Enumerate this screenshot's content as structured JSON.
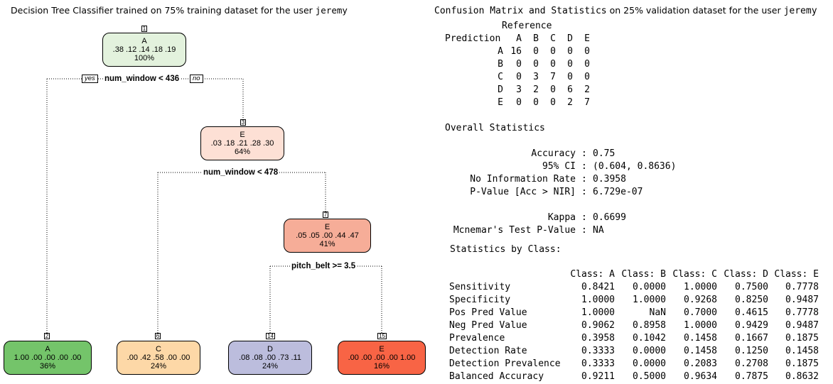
{
  "tree": {
    "title": {
      "prefix": "Decision Tree Classifier trained on 75% training dataset for the user",
      "user": "jeremy"
    },
    "nodes": [
      {
        "id": "1",
        "klass": "A",
        "probs": ".38 .12 .14 .18 .19",
        "pct": "100%",
        "color": "#e3f2dd"
      },
      {
        "id": "3",
        "klass": "E",
        "probs": ".03 .18 .21 .28 .30",
        "pct": "64%",
        "color": "#fde0d5"
      },
      {
        "id": "7",
        "klass": "E",
        "probs": ".05 .05 .00 .44 .47",
        "pct": "41%",
        "color": "#f6ad98"
      },
      {
        "id": "2",
        "klass": "A",
        "probs": "1.00 .00 .00 .00 .00",
        "pct": "36%",
        "color": "#74c46a"
      },
      {
        "id": "6",
        "klass": "C",
        "probs": ".00 .42 .58 .00 .00",
        "pct": "24%",
        "color": "#fdd8a7"
      },
      {
        "id": "14",
        "klass": "D",
        "probs": ".08 .08 .00 .73 .11",
        "pct": "24%",
        "color": "#bcbddd"
      },
      {
        "id": "15",
        "klass": "E",
        "probs": ".00 .00 .00 .00 1.00",
        "pct": "16%",
        "color": "#f86445"
      }
    ],
    "splits": [
      "num_window < 436",
      "num_window < 478",
      "pitch_belt >= 3.5"
    ],
    "yes": "yes",
    "no": "no"
  },
  "stats": {
    "title": {
      "prefix": "Confusion Matrix and Statistics",
      "middle": "on 25% validation dataset for the user",
      "user": "jeremy"
    },
    "reference_label": "Reference",
    "prediction_label": "Prediction",
    "classes": [
      "A",
      "B",
      "C",
      "D",
      "E"
    ],
    "matrix": [
      [
        16,
        0,
        0,
        0,
        0
      ],
      [
        0,
        0,
        0,
        0,
        0
      ],
      [
        0,
        3,
        7,
        0,
        0
      ],
      [
        3,
        2,
        0,
        6,
        2
      ],
      [
        0,
        0,
        0,
        2,
        7
      ]
    ],
    "overall_title": "Overall Statistics",
    "overall": [
      {
        "label": "Accuracy",
        "value": "0.75"
      },
      {
        "label": "95% CI",
        "value": "(0.604, 0.8636)"
      },
      {
        "label": "No Information Rate",
        "value": "0.3958"
      },
      {
        "label": "P-Value [Acc > NIR]",
        "value": "6.729e-07"
      },
      {
        "label": "Kappa",
        "value": "0.6699"
      },
      {
        "label": "Mcnemar's Test P-Value",
        "value": "NA"
      }
    ],
    "by_class_title": "Statistics by Class:",
    "by_class_headers": [
      "Class: A",
      "Class: B",
      "Class: C",
      "Class: D",
      "Class: E"
    ],
    "by_class": [
      {
        "label": "Sensitivity",
        "values": [
          "0.8421",
          "0.0000",
          "1.0000",
          "0.7500",
          "0.7778"
        ]
      },
      {
        "label": "Specificity",
        "values": [
          "1.0000",
          "1.0000",
          "0.9268",
          "0.8250",
          "0.9487"
        ]
      },
      {
        "label": "Pos Pred Value",
        "values": [
          "1.0000",
          "NaN",
          "0.7000",
          "0.4615",
          "0.7778"
        ]
      },
      {
        "label": "Neg Pred Value",
        "values": [
          "0.9062",
          "0.8958",
          "1.0000",
          "0.9429",
          "0.9487"
        ]
      },
      {
        "label": "Prevalence",
        "values": [
          "0.3958",
          "0.1042",
          "0.1458",
          "0.1667",
          "0.1875"
        ]
      },
      {
        "label": "Detection Rate",
        "values": [
          "0.3333",
          "0.0000",
          "0.1458",
          "0.1250",
          "0.1458"
        ]
      },
      {
        "label": "Detection Prevalence",
        "values": [
          "0.3333",
          "0.0000",
          "0.2083",
          "0.2708",
          "0.1875"
        ]
      },
      {
        "label": "Balanced Accuracy",
        "values": [
          "0.9211",
          "0.5000",
          "0.9634",
          "0.7875",
          "0.8632"
        ]
      }
    ]
  }
}
